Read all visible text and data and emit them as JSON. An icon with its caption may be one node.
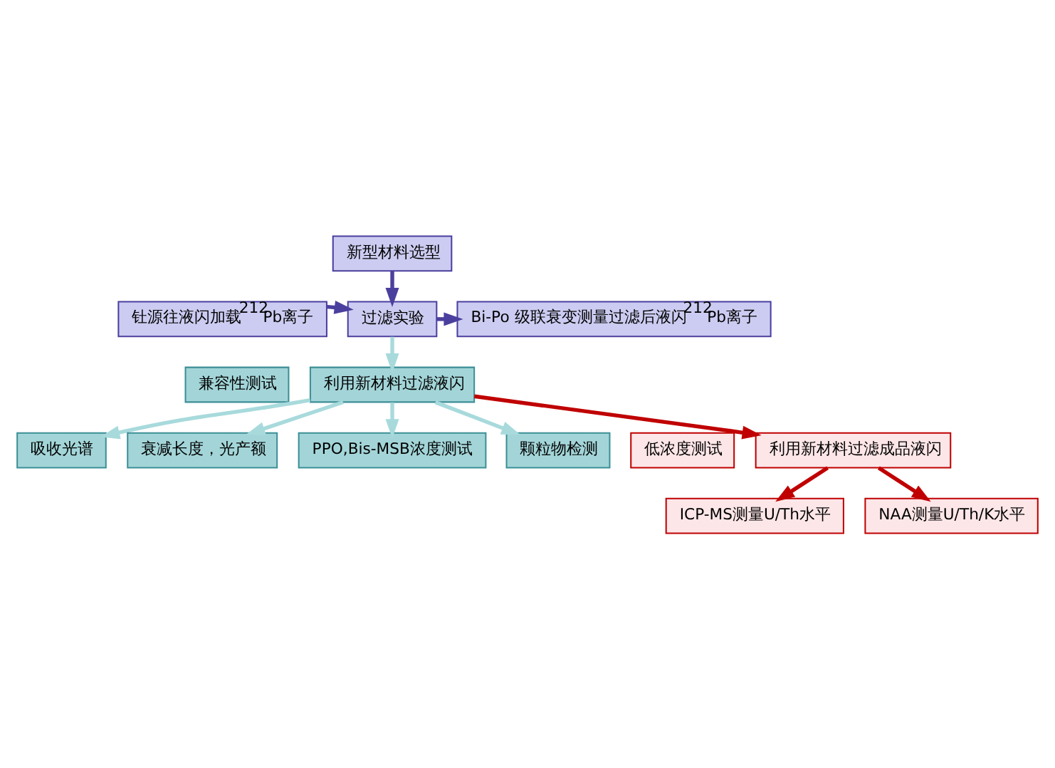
{
  "diagram": {
    "nodes": [
      {
        "text": [
          "新型材料选型"
        ]
      },
      {
        "text": [
          "钍源往液闪加载$^{212}$Pb离子"
        ]
      },
      {
        "text": [
          "过滤实验"
        ]
      },
      {
        "text": [
          "Bi-Po 级联衰变测量过滤后液闪$^{212}$Pb离子"
        ]
      },
      {
        "text": [
          "兼容性测试"
        ]
      },
      {
        "text": [
          "利用新材料过滤液闪"
        ]
      },
      {
        "text": [
          "吸收光谱"
        ]
      },
      {
        "text": [
          "衰减长度，光产额"
        ]
      },
      {
        "text": [
          "PPO,Bis-MSB浓度测试"
        ]
      },
      {
        "text": [
          "颗粒物检测"
        ]
      },
      {
        "text": [
          "低浓度测试"
        ]
      },
      {
        "text": [
          "利用新材料过滤成品液闪"
        ]
      },
      {
        "text": [
          "ICP-MS测量U/Th水平"
        ]
      },
      {
        "text": [
          "NAA测量U/Th/K水平"
        ]
      }
    ],
    "edges": [
      {
        "from": 0,
        "to": 2,
        "arrow": "to",
        "color": "#4b3f9e"
      },
      {
        "from": 1,
        "to": 2,
        "arrow": "to",
        "color": "#4b3f9e"
      },
      {
        "from": 2,
        "to": 3,
        "arrow": "to",
        "color": "#4b3f9e"
      },
      {
        "from": 2,
        "to": 5,
        "arrow": "to",
        "color": "#a8dadc"
      },
      {
        "from": 5,
        "to": 6,
        "arrow": "to",
        "color": "#a8dadc"
      },
      {
        "from": 5,
        "to": 7,
        "arrow": "to",
        "color": "#a8dadc"
      },
      {
        "from": 5,
        "to": 8,
        "arrow": "to",
        "color": "#a8dadc"
      },
      {
        "from": 5,
        "to": 9,
        "arrow": "to",
        "color": "#a8dadc"
      },
      {
        "from": 5,
        "to": 11,
        "arrow": "to",
        "color": "#c00000"
      },
      {
        "from": 11,
        "to": 12,
        "arrow": "to",
        "color": "#c00000"
      },
      {
        "from": 11,
        "to": 13,
        "arrow": "to",
        "color": "#c00000"
      }
    ]
  }
}
